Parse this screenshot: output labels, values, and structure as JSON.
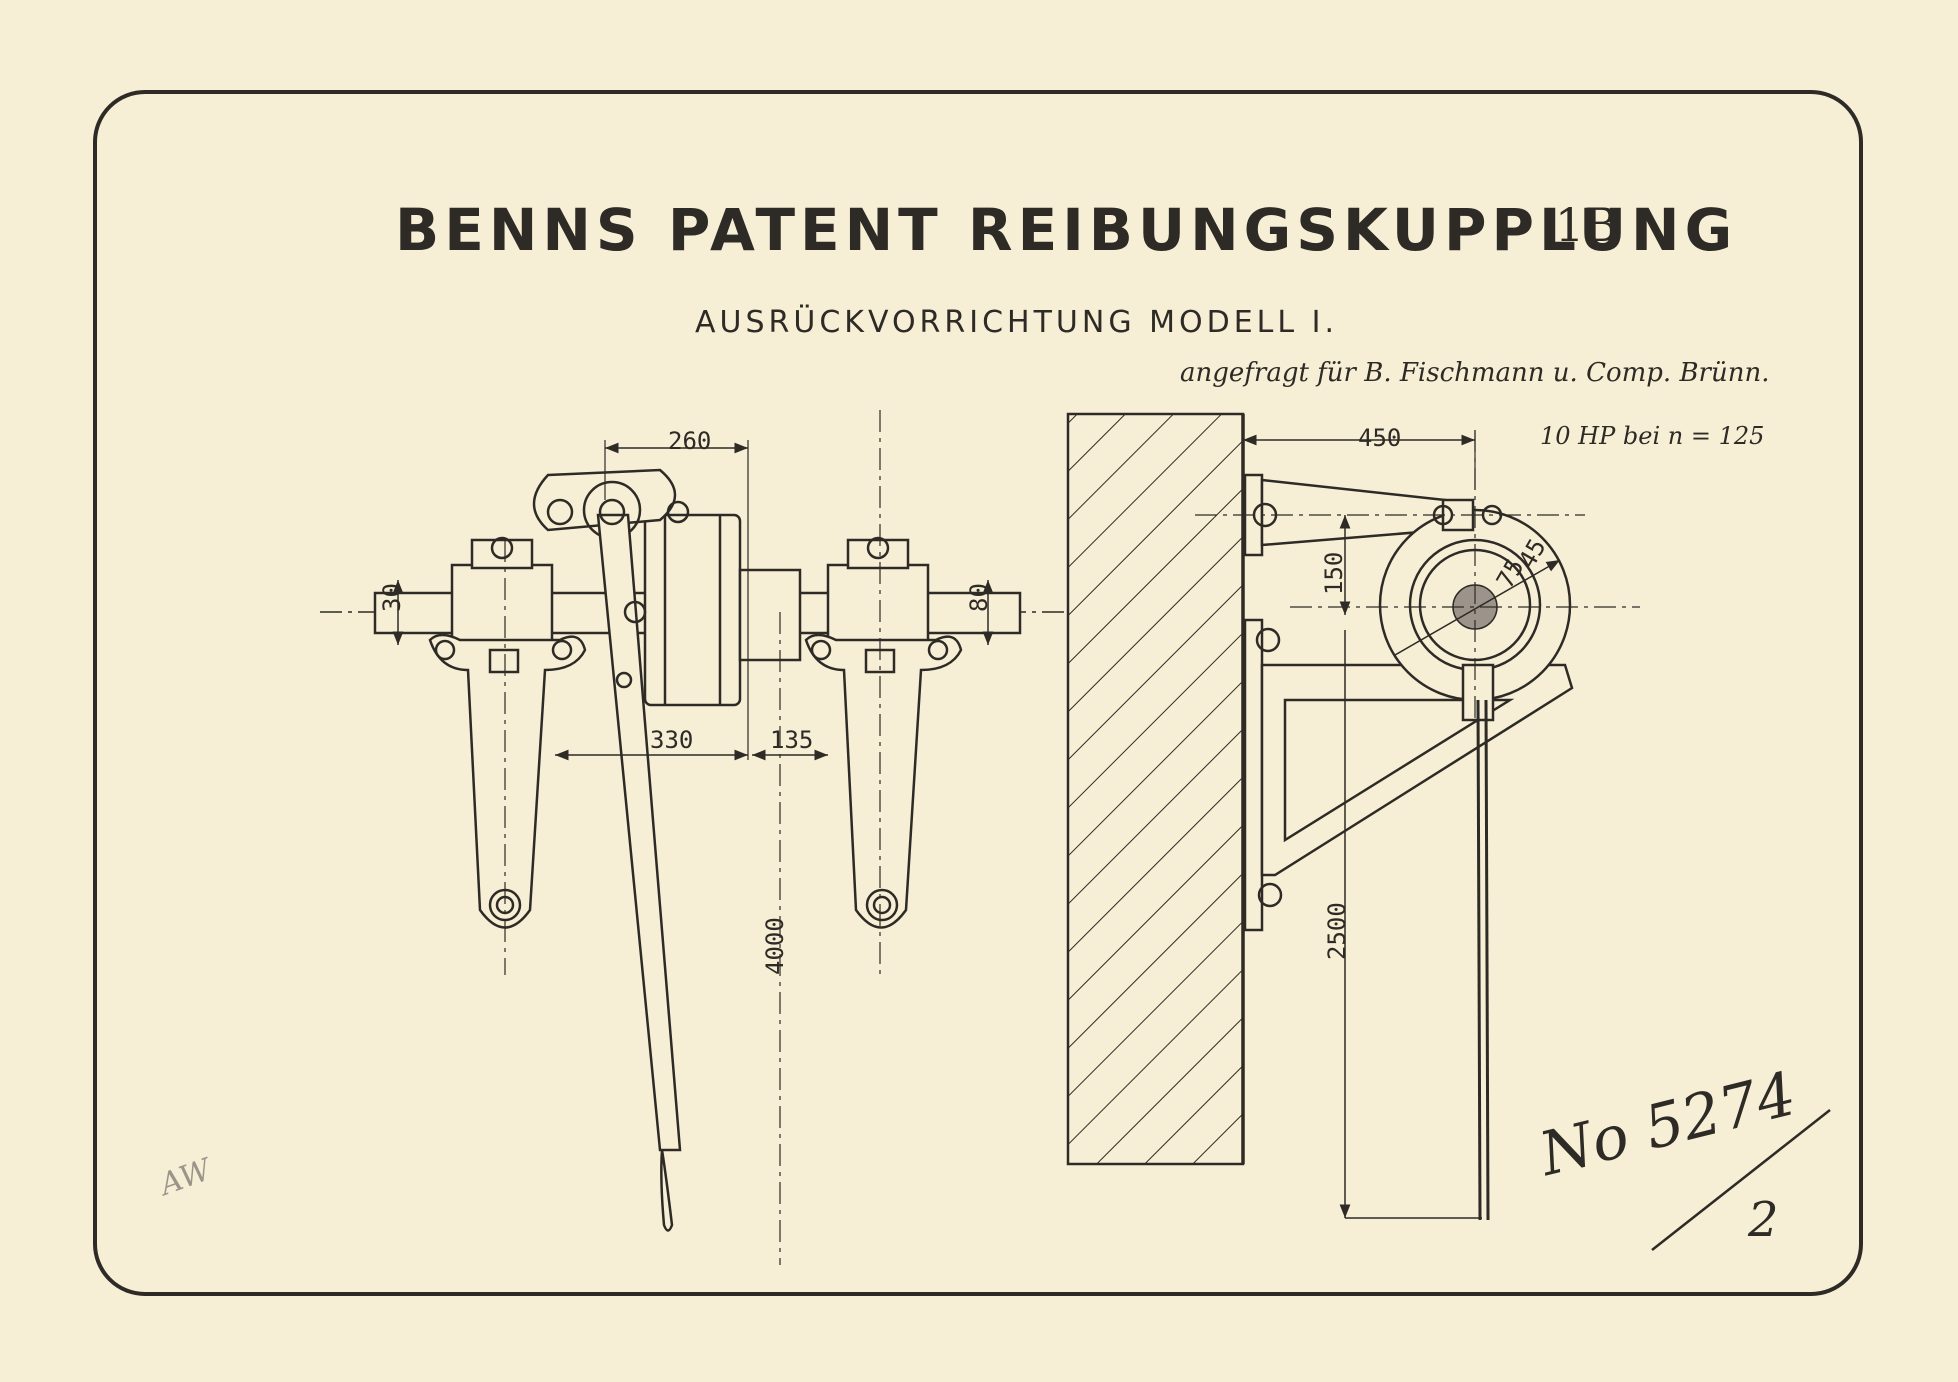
{
  "drawing": {
    "title": "BENNS PATENT REIBUNGSKUPPLUNG",
    "title_mark": "1B",
    "subtitle": "AUSRÜCKVORRICHTUNG MODELL I.",
    "note": "angefragt für B. Fischmann u. Comp. Brünn.",
    "power": "10 HP bei n = 125",
    "drawing_number": "No 5274",
    "sheet_number": "2"
  },
  "dimensions": {
    "d260": "260",
    "d30": "30",
    "d80": "80",
    "d330": "330",
    "d135": "135",
    "d4000": "4000",
    "d450": "450",
    "d150": "150",
    "d2500": "2500",
    "d75": "75",
    "d45": "45"
  },
  "colors": {
    "paper": "#f6efd6",
    "ink": "#2e2a25"
  }
}
